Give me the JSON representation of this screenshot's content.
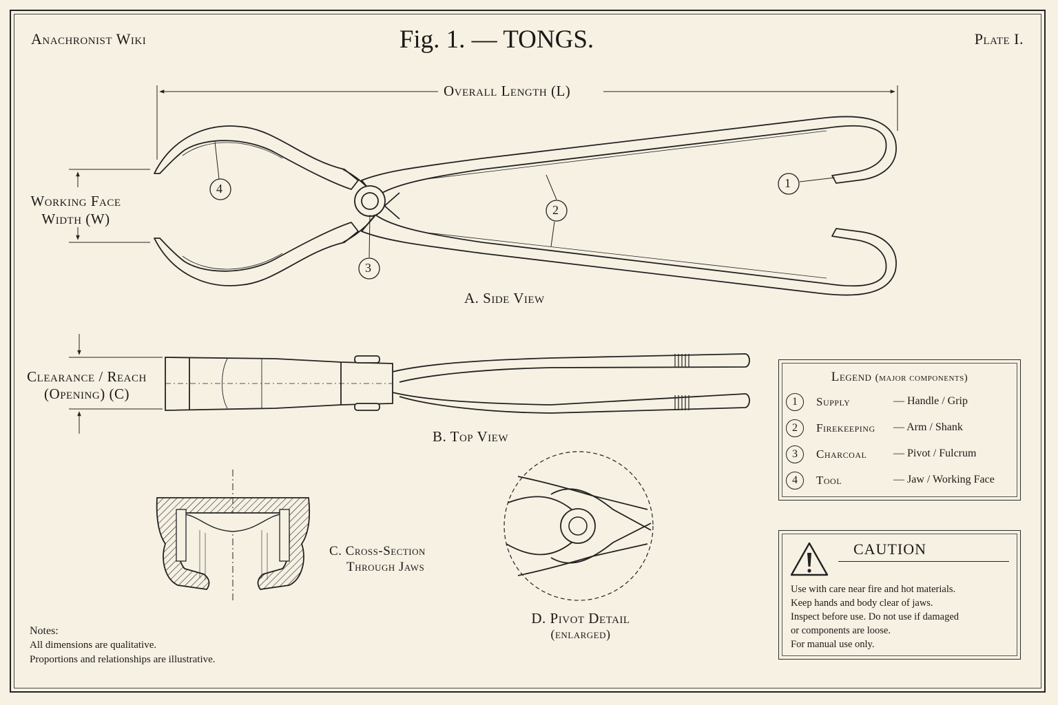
{
  "header": {
    "site": "Anachronist Wiki",
    "title": "Fig. 1. — TONGS.",
    "plate": "Plate I."
  },
  "dimensions": {
    "length": "Overall Length (L)",
    "width_line1": "Working Face",
    "width_line2": "Width (W)",
    "clearance_line1": "Clearance / Reach",
    "clearance_line2": "(Opening) (C)"
  },
  "callouts": [
    "1",
    "2",
    "3",
    "4"
  ],
  "views": {
    "side": "A.  Side View",
    "top": "B.  Top View",
    "section_line1": "C.  Cross-Section",
    "section_line2": "Through Jaws",
    "pivot_line1": "D.  Pivot Detail",
    "pivot_line2": "(enlarged)"
  },
  "legend": {
    "title": "Legend",
    "subtitle": "(major components)",
    "items": [
      {
        "num": "1",
        "name": "Supply",
        "desc": "— Handle / Grip"
      },
      {
        "num": "2",
        "name": "Firekeeping",
        "desc": "— Arm / Shank"
      },
      {
        "num": "3",
        "name": "Charcoal",
        "desc": "— Pivot / Fulcrum"
      },
      {
        "num": "4",
        "name": "Tool",
        "desc": "— Jaw / Working Face"
      }
    ]
  },
  "caution": {
    "icon": "warning-triangle-icon",
    "title": "CAUTION",
    "lines": [
      "Use with care near fire and hot materials.",
      "Keep hands and body clear of jaws.",
      "Inspect before use. Do not use if damaged",
      "or components are loose.",
      "For manual use only."
    ]
  },
  "notes": {
    "title": "Notes:",
    "lines": [
      "All dimensions are qualitative.",
      "Proportions and relationships are illustrative."
    ]
  }
}
